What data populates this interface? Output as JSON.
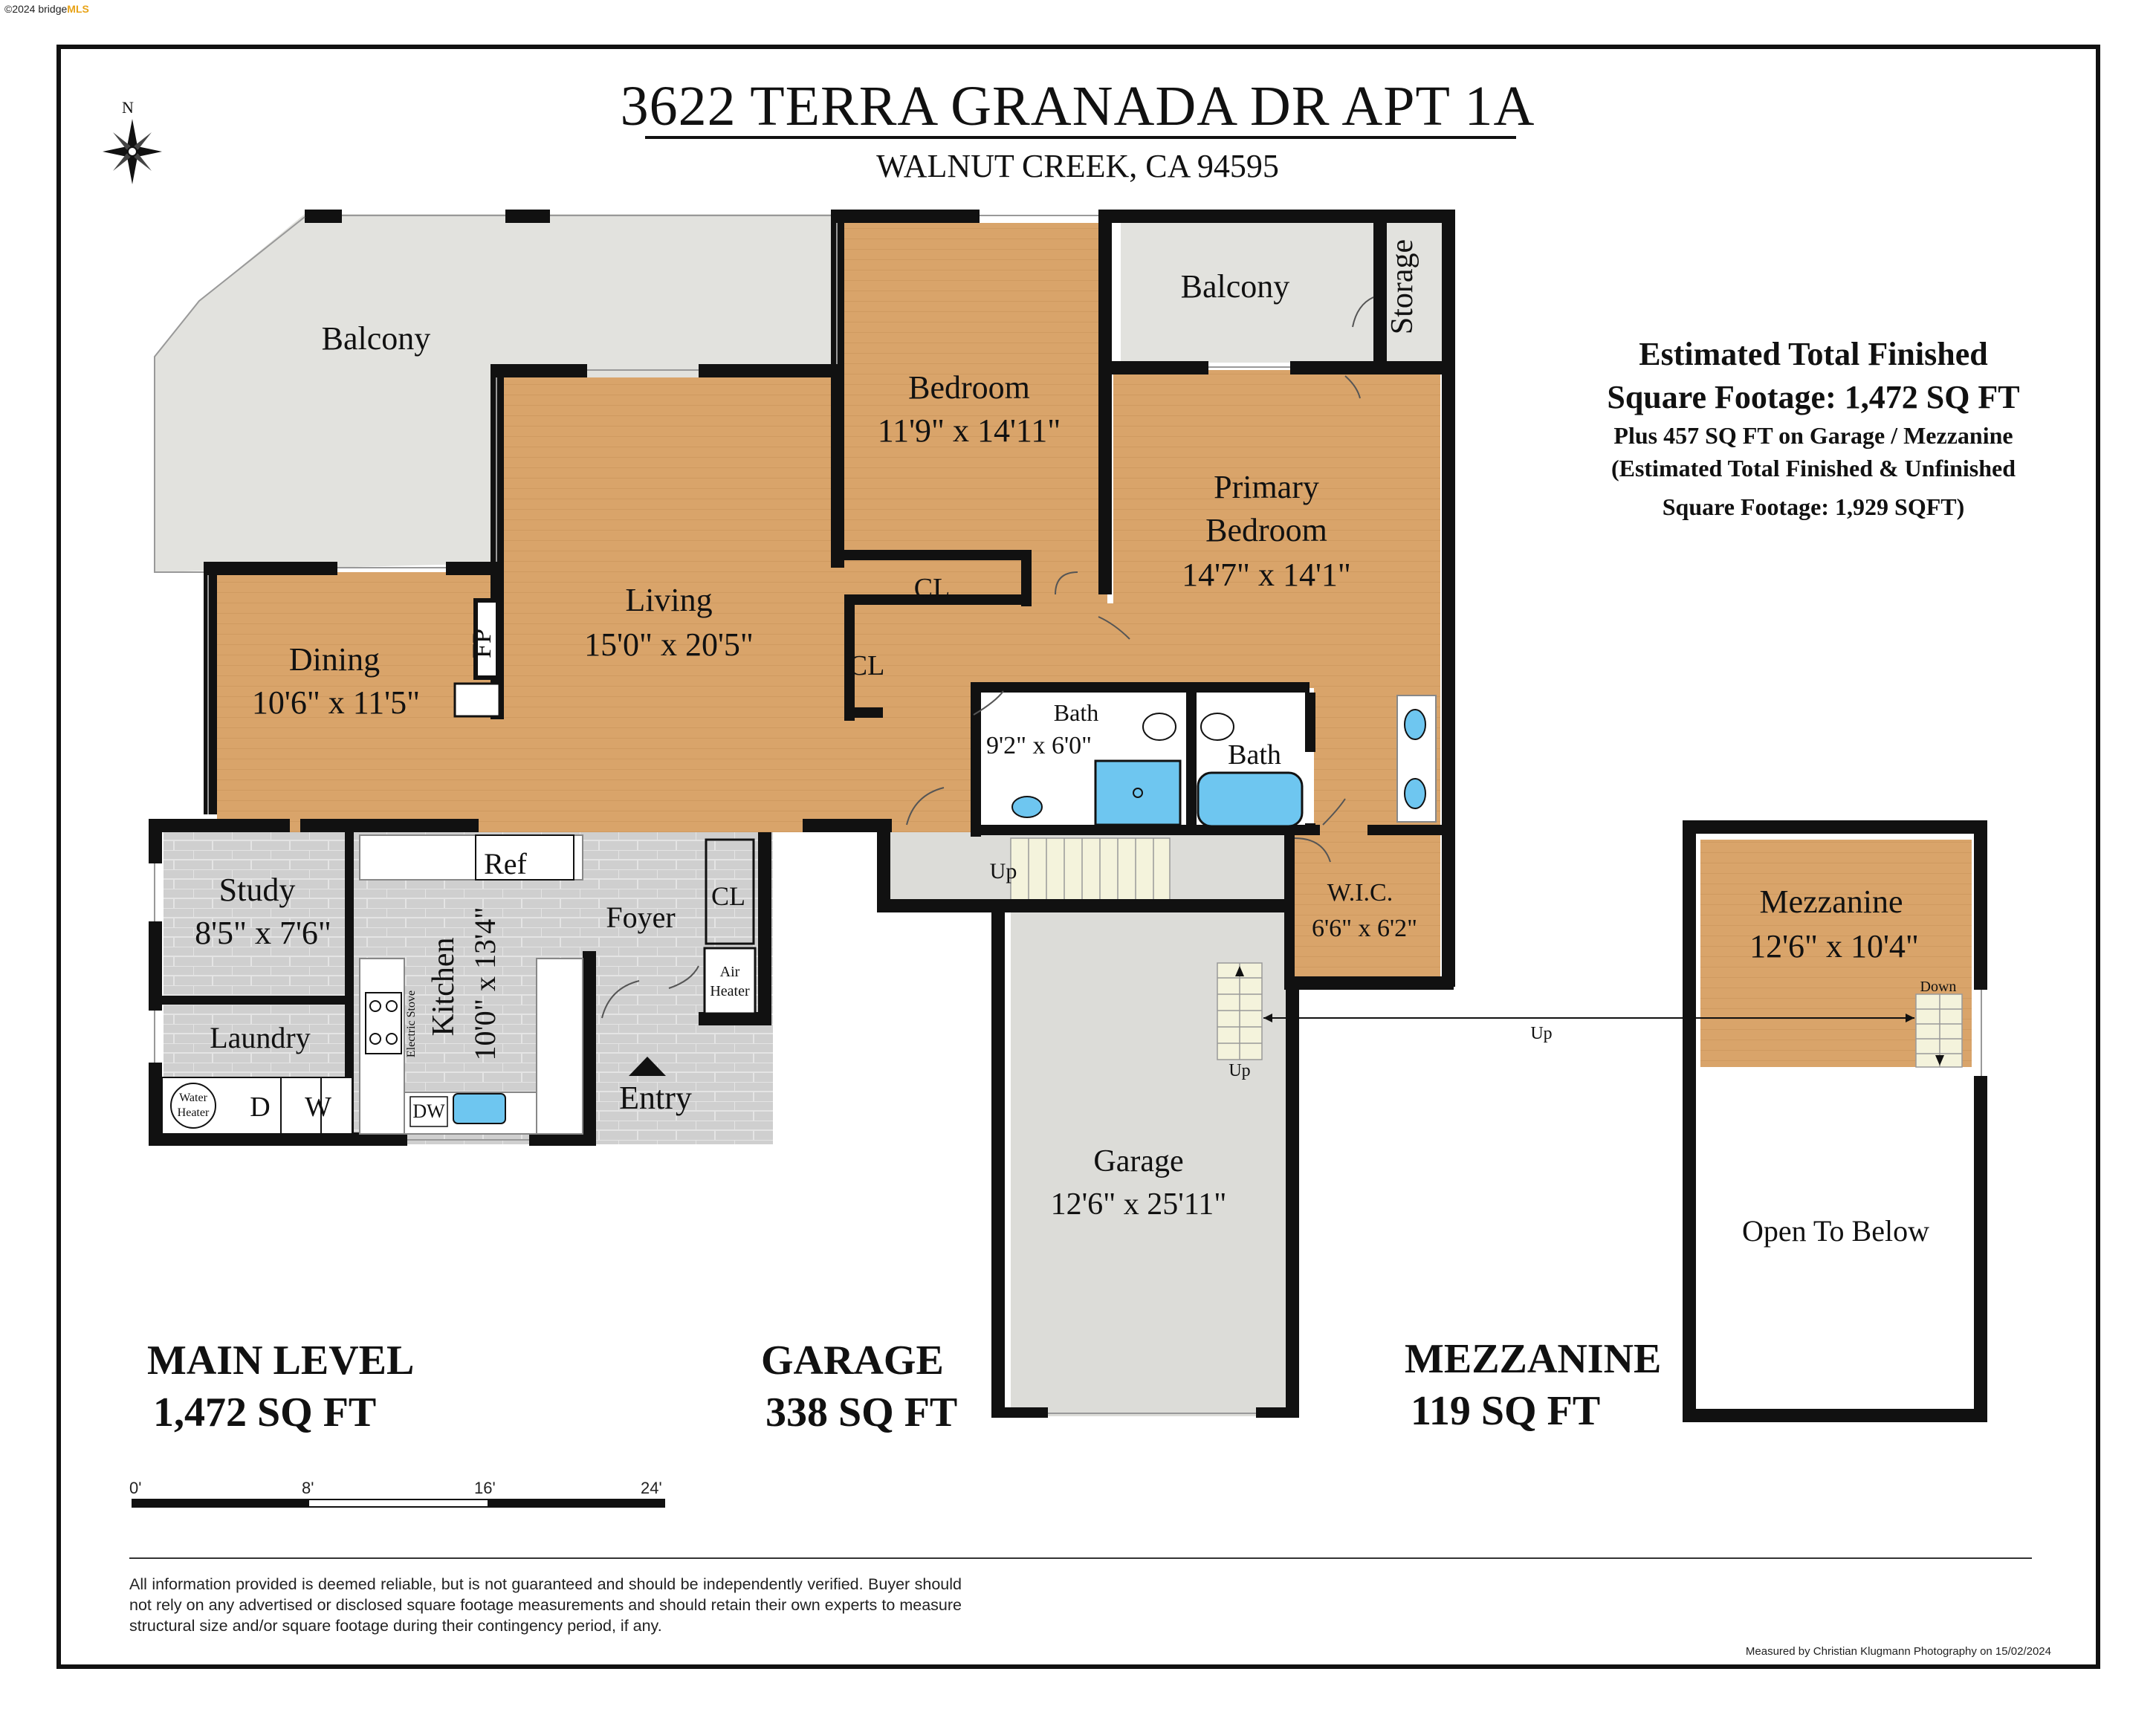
{
  "watermark": {
    "copyright": "©2024 bridge",
    "logo": "MLS"
  },
  "header": {
    "title": "3622 TERRA GRANADA DR APT 1A",
    "subtitle": "WALNUT CREEK, CA 94595",
    "compass_label": "N"
  },
  "estimate": {
    "line1": "Estimated Total Finished",
    "line2": "Square Footage: 1,472 SQ FT",
    "line3": "Plus 457 SQ FT on Garage / Mezzanine",
    "line4": "(Estimated Total Finished & Unfinished",
    "line5": "Square Footage: 1,929 SQFT)"
  },
  "rooms": {
    "balcony_west": {
      "name": "Balcony"
    },
    "balcony_east": {
      "name": "Balcony"
    },
    "storage": {
      "name": "Storage"
    },
    "bedroom": {
      "name": "Bedroom",
      "dims": "11'9\" x 14'11\""
    },
    "primary_bedroom": {
      "name1": "Primary",
      "name2": "Bedroom",
      "dims": "14'7\" x 14'1\""
    },
    "living": {
      "name": "Living",
      "dims": "15'0\" x 20'5\""
    },
    "dining": {
      "name": "Dining",
      "dims": "10'6\" x 11'5\""
    },
    "fireplace": {
      "name": "FP"
    },
    "closet_bed": {
      "name": "CL"
    },
    "closet_living": {
      "name": "CL"
    },
    "closet_foyer": {
      "name": "CL"
    },
    "bath_1": {
      "name": "Bath",
      "dims": "9'2\" x 6'0\""
    },
    "bath_2": {
      "name": "Bath"
    },
    "study": {
      "name": "Study",
      "dims": "8'5\" x 7'6\""
    },
    "refrigerator": {
      "name": "Ref"
    },
    "foyer": {
      "name": "Foyer"
    },
    "kitchen": {
      "name": "Kitchen",
      "dims": "10'0\" x 13'4\"",
      "stove": "Electric Stove",
      "dishwasher": "DW"
    },
    "air_heater": {
      "line1": "Air",
      "line2": "Heater"
    },
    "laundry": {
      "name": "Laundry",
      "dryer": "D",
      "washer": "W"
    },
    "water_heater": {
      "line1": "Water",
      "line2": "Heater"
    },
    "entry": {
      "name": "Entry"
    },
    "stairs_main": {
      "label": "Up"
    },
    "wic": {
      "name": "W.I.C.",
      "dims": "6'6\" x 6'2\""
    },
    "garage": {
      "name": "Garage",
      "dims": "12'6\" x 25'11\"",
      "stair_label": "Up"
    },
    "mezzanine": {
      "name": "Mezzanine",
      "dims": "12'6\" x 10'4\"",
      "down_label": "Down",
      "open_label": "Open To Below"
    },
    "connector": {
      "label": "Up"
    }
  },
  "levels": [
    {
      "name": "MAIN LEVEL",
      "area": "1,472  SQ FT"
    },
    {
      "name": "GARAGE",
      "area": "338  SQ FT"
    },
    {
      "name": "MEZZANINE",
      "area": "119  SQ FT"
    }
  ],
  "scale": {
    "labels": [
      "0'",
      "8'",
      "16'",
      "24'"
    ]
  },
  "footer": {
    "disclaimer": "All information provided is deemed reliable, but is not guaranteed and should be independently verified. Buyer should not rely on any advertised or disclosed square footage measurements and should retain their own experts to measure structural size and/or square footage during their contingency period, if any.",
    "measured_by": "Measured by Christian Klugmann Photography on 15/02/2024"
  },
  "colors": {
    "wood_floor": "#d9a46a",
    "balcony": "#e2e2de",
    "tile": "#cfcfcf",
    "garage": "#dcdcd8",
    "wall": "#111111",
    "fixture_blue": "#6ec6f0"
  }
}
